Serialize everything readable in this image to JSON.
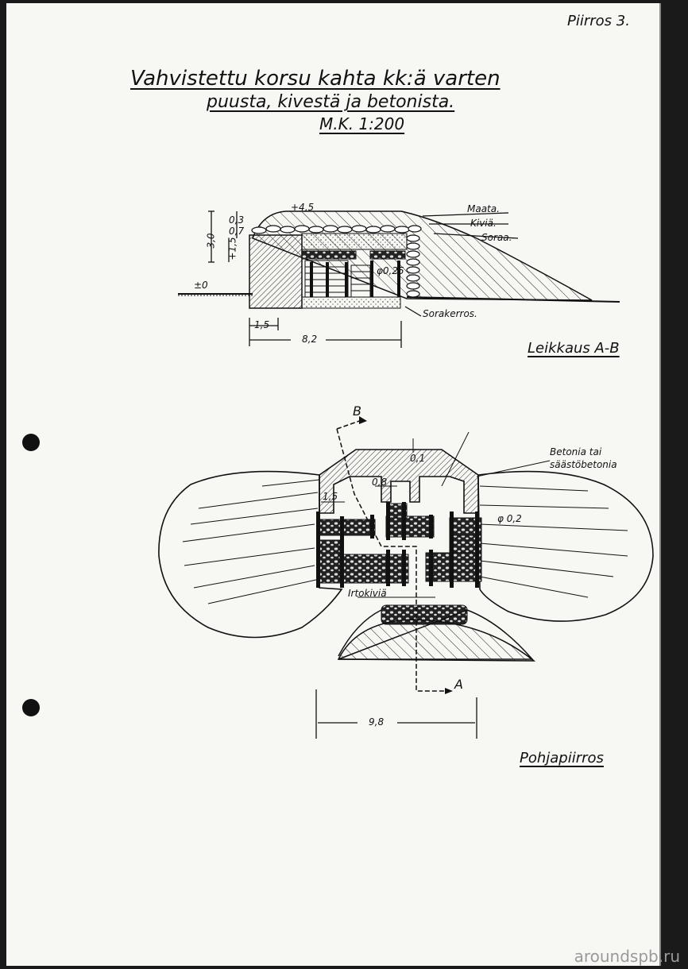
{
  "sheet_number": "Piirros 3.",
  "title": {
    "line1": "Vahvistettu korsu kahta kk:ä varten",
    "line2": "puusta, kivestä ja betonista.",
    "scale": "M.K. 1:200"
  },
  "section": {
    "label": "Leikkaus A-B",
    "elev_top": "+4,5",
    "elev_zero": "±0",
    "dim_03": "0,3",
    "dim_07": "0,7",
    "dim_30": "3,0",
    "dim_15v": "+1,5",
    "dim_15": "1,5",
    "dim_82": "8,2",
    "dim_025": "φ0,25",
    "layer_soil": "Maata.",
    "layer_stones": "Kiviä.",
    "layer_gravel": "Soraa.",
    "gravel_layer": "Sorakerros."
  },
  "plan": {
    "label": "Pohjapiirros",
    "concrete_note_1": "Betonia tai",
    "concrete_note_2": "säästöbetonia",
    "dim_15": "1,5",
    "dim_08": "0,8",
    "dim_02": "φ 0,2",
    "dim_98": "9,8",
    "dim_top": "0,1",
    "loose_stones": "Irtokiviä",
    "cut_b": "B",
    "cut_a": "A"
  },
  "watermark": "aroundspb.ru"
}
